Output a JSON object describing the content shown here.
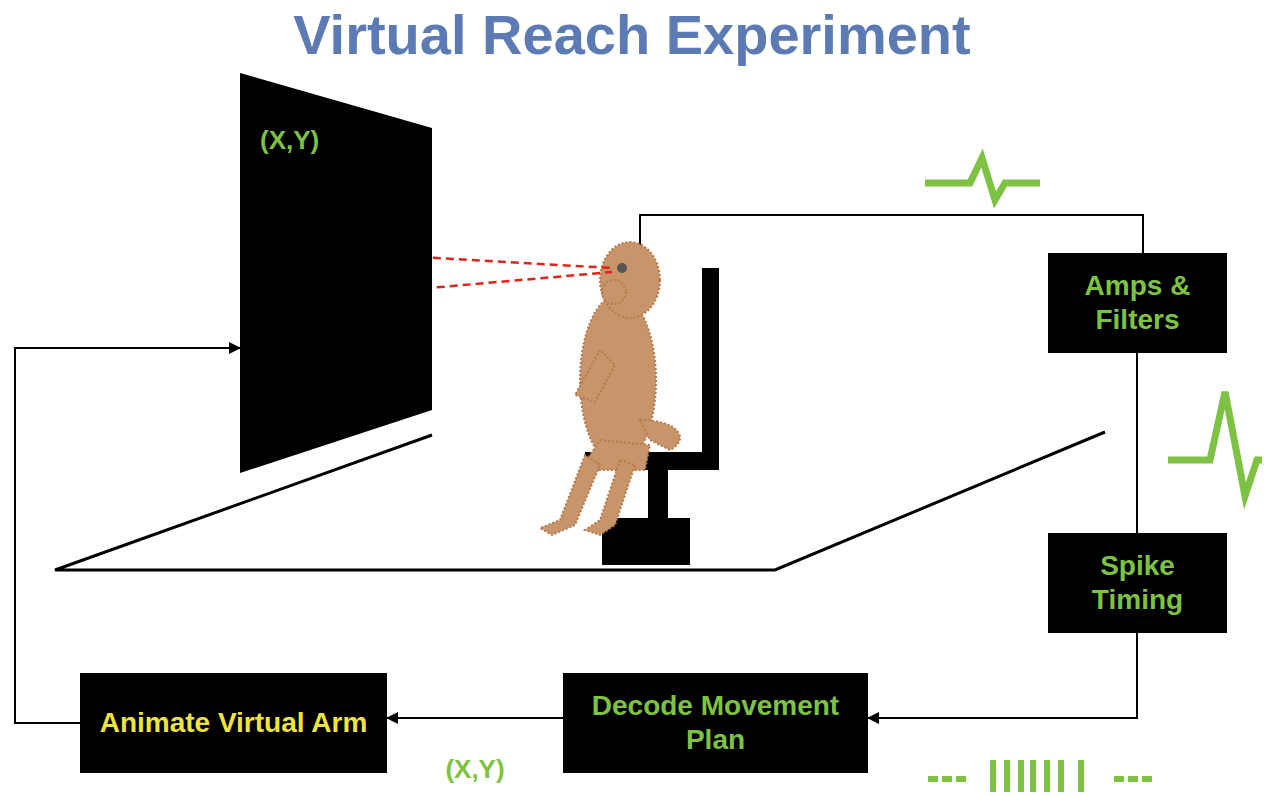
{
  "diagram": {
    "title": "Virtual Reach Experiment",
    "nodes": [
      {
        "text": [
          "(X,Y)"
        ]
      },
      {
        "text": [
          "Amps & Filters"
        ]
      },
      {
        "text": [
          "Spike Timing"
        ]
      },
      {
        "text": [
          "Decode Movement Plan"
        ]
      },
      {
        "text": [
          "Animate Virtual Arm"
        ]
      }
    ],
    "edges": [
      {
        "from": 1,
        "to": 2,
        "arrow": "none"
      },
      {
        "from": 2,
        "to": 3,
        "arrow": "to"
      },
      {
        "from": 3,
        "to": 4,
        "label": "(X,Y)",
        "arrow": "to"
      },
      {
        "from": 4,
        "to": 0,
        "arrow": "to"
      }
    ]
  }
}
